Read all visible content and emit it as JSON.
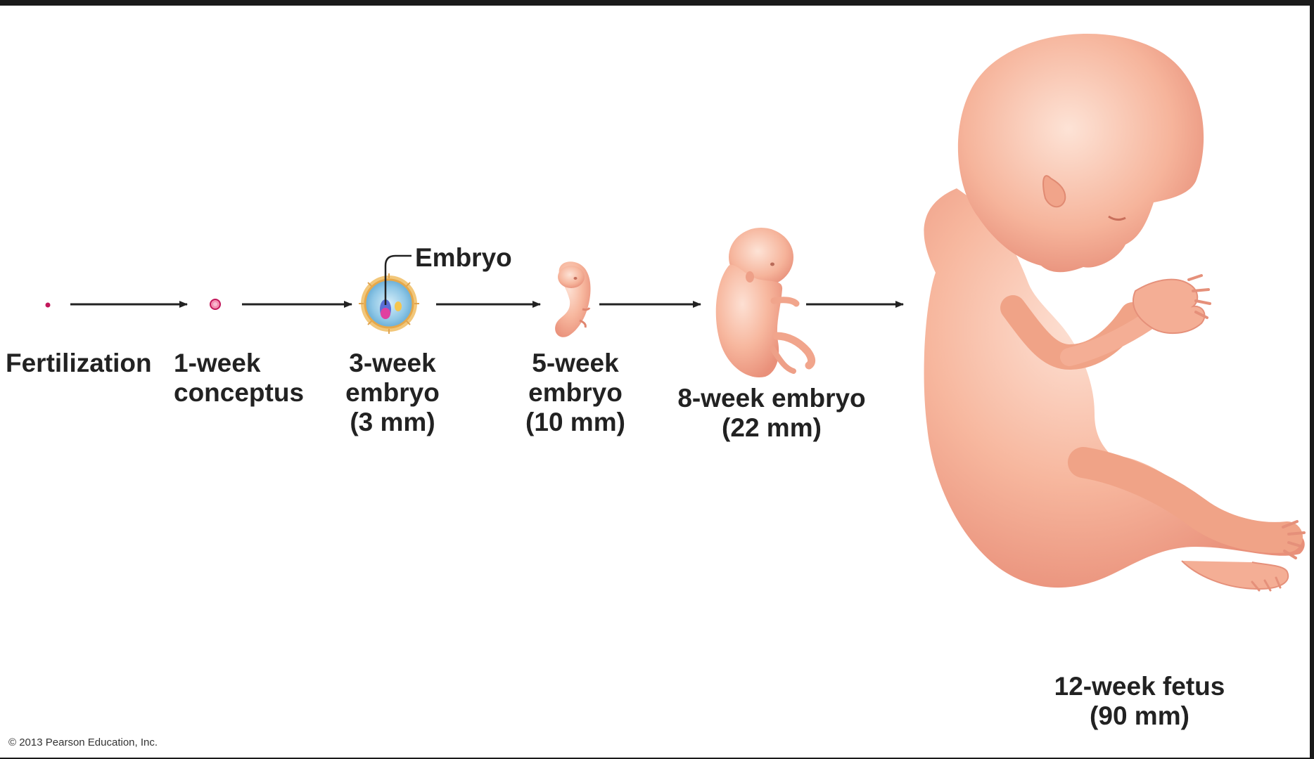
{
  "stages": [
    {
      "id": "fertilization",
      "lines": [
        "Fertilization"
      ]
    },
    {
      "id": "week1",
      "lines": [
        "1-week",
        "conceptus"
      ]
    },
    {
      "id": "week3",
      "lines": [
        "3-week",
        "embryo",
        "(3 mm)"
      ]
    },
    {
      "id": "week5",
      "lines": [
        "5-week",
        "embryo",
        "(10 mm)"
      ]
    },
    {
      "id": "week8",
      "lines": [
        "8-week embryo",
        "(22 mm)"
      ]
    },
    {
      "id": "week12",
      "lines": [
        "12-week fetus",
        "(90 mm)"
      ]
    }
  ],
  "callout": {
    "label": "Embryo"
  },
  "copyright": "© 2013 Pearson Education, Inc.",
  "colors": {
    "skin": "#f7b9a2",
    "skin_dark": "#e8876f",
    "dot": "#c2185b",
    "arrow": "#222222"
  }
}
